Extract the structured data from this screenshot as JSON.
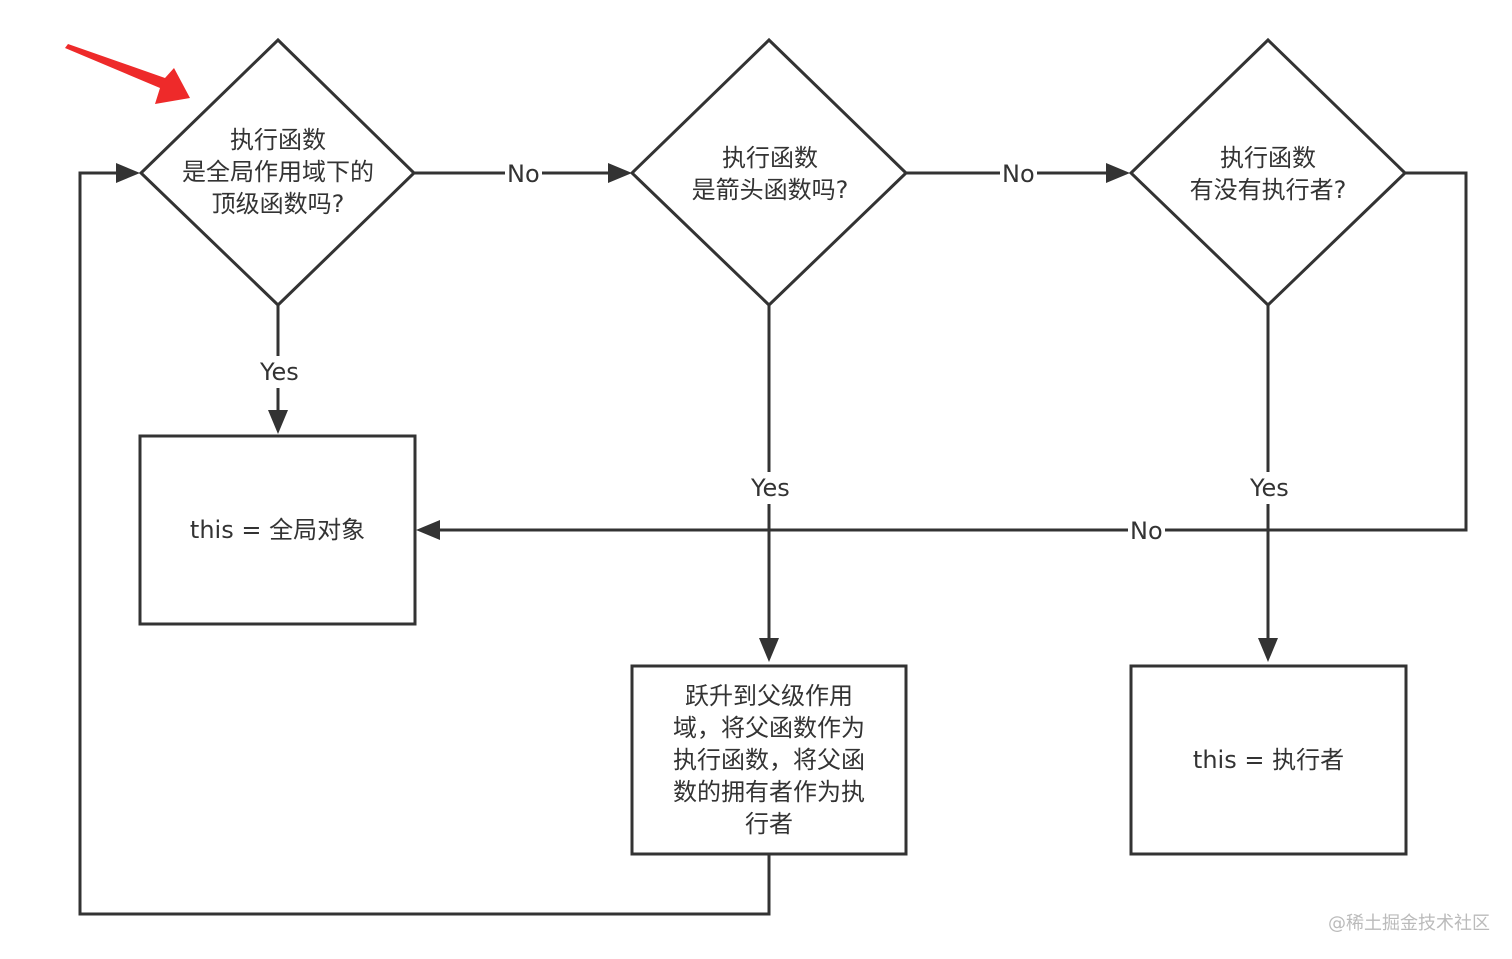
{
  "nodes": {
    "d1": {
      "lines": [
        "执行函数",
        "是全局作用域下的",
        "顶级函数吗?"
      ]
    },
    "d2": {
      "lines": [
        "执行函数",
        "是箭头函数吗?"
      ]
    },
    "d3": {
      "lines": [
        "执行函数",
        "有没有执行者?"
      ]
    },
    "r1": {
      "lines": [
        "this = 全局对象"
      ]
    },
    "r2": {
      "lines": [
        "跃升到父级作用",
        "域，将父函数作为",
        "执行函数，将父函",
        "数的拥有者作为执",
        "行者"
      ]
    },
    "r3": {
      "lines": [
        "this = 执行者"
      ]
    }
  },
  "edges": {
    "d1_no": "No",
    "d2_no": "No",
    "d1_yes": "Yes",
    "d2_yes": "Yes",
    "d3_yes": "Yes",
    "d3_no": "No"
  },
  "watermark": "@稀土掘金技术社区",
  "colors": {
    "stroke": "#333333",
    "pointer": "#ee2a2a"
  }
}
